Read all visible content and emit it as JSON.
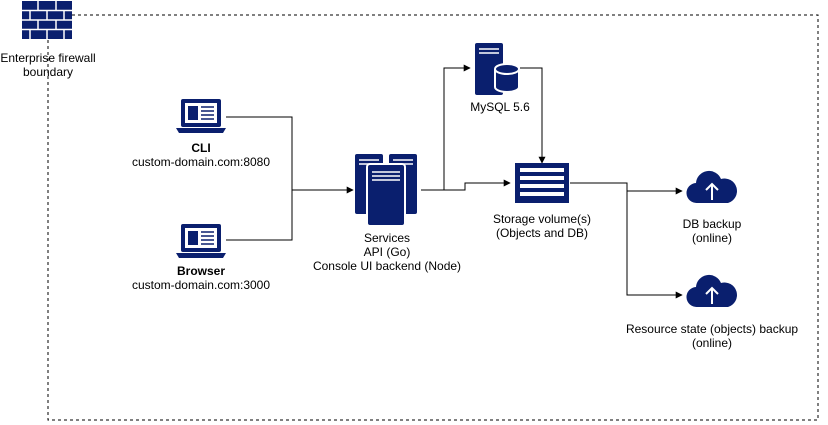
{
  "firewall": {
    "label_line1": "Enterprise firewall",
    "label_line2": "boundary",
    "icon": "firewall-icon"
  },
  "cli": {
    "title": "CLI",
    "address": "custom-domain.com:8080",
    "icon": "laptop-icon"
  },
  "browser": {
    "title": "Browser",
    "address": "custom-domain.com:3000",
    "icon": "laptop-icon"
  },
  "services": {
    "line1": "Services",
    "line2": "API (Go)",
    "line3": "Console UI backend (Node)",
    "icon": "servers-icon"
  },
  "mysql": {
    "label": "MySQL 5.6",
    "icon": "database-server-icon"
  },
  "storage": {
    "line1": "Storage volume(s)",
    "line2": "(Objects and DB)",
    "icon": "storage-icon"
  },
  "db_backup": {
    "line1": "DB backup",
    "line2": "(online)",
    "icon": "cloud-upload-icon"
  },
  "resource_backup": {
    "line1": "Resource state (objects) backup",
    "line2": "(online)",
    "icon": "cloud-upload-icon"
  },
  "colors": {
    "icon": "#0a1f6e",
    "line": "#000000"
  }
}
